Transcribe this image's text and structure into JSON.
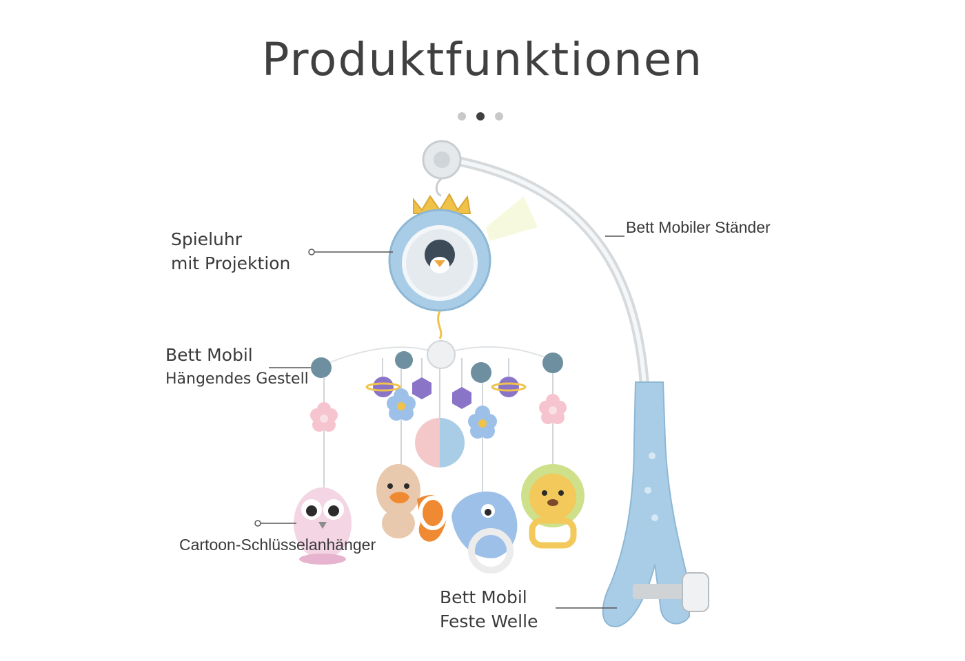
{
  "title": "Produktfunktionen",
  "carousel": {
    "total": 3,
    "active_index": 1
  },
  "labels": {
    "music_box": {
      "line1": "Spieluhr",
      "line2": "mit Projektion"
    },
    "stand": {
      "line1": "Bett Mobiler Ständer"
    },
    "hanger": {
      "line1": "Bett Mobil",
      "line2": "Hängendes Gestell"
    },
    "keychain": {
      "line1": "Cartoon-Schlüsselanhänger"
    },
    "shaft": {
      "line1": "Bett Mobil",
      "line2": "Feste Welle"
    }
  },
  "colors": {
    "product_blue": "#a9cde6",
    "crown_gold": "#f0c24a",
    "accent_purple": "#8a74c8",
    "leader_line": "#555555"
  }
}
